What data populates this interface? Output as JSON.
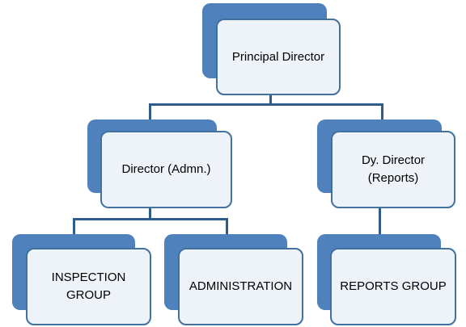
{
  "diagram": {
    "colors": {
      "back_fill": "#4f81bd",
      "front_fill": "#eef2f9",
      "front_border": "#41719c",
      "connector": "#2e5d8c"
    },
    "nodes": {
      "principal": {
        "label": "Principal Director"
      },
      "director_admn": {
        "label": "Director (Admn.)"
      },
      "dy_director": {
        "label": "Dy. Director\n(Reports)"
      },
      "inspection": {
        "label": "INSPECTION\nGROUP"
      },
      "administration": {
        "label": "ADMINISTRATION"
      },
      "reports_group": {
        "label": "REPORTS GROUP"
      }
    }
  }
}
